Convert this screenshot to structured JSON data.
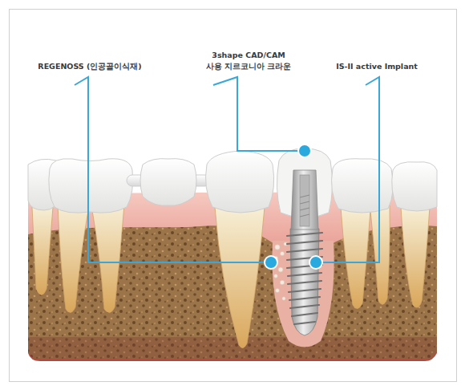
{
  "diagram": {
    "labels": [
      "REGENOSS (인공골이식재)",
      "3shape CAD/CAM 사용 지르코니아 크라운",
      "IS-II active Implant"
    ]
  }
}
